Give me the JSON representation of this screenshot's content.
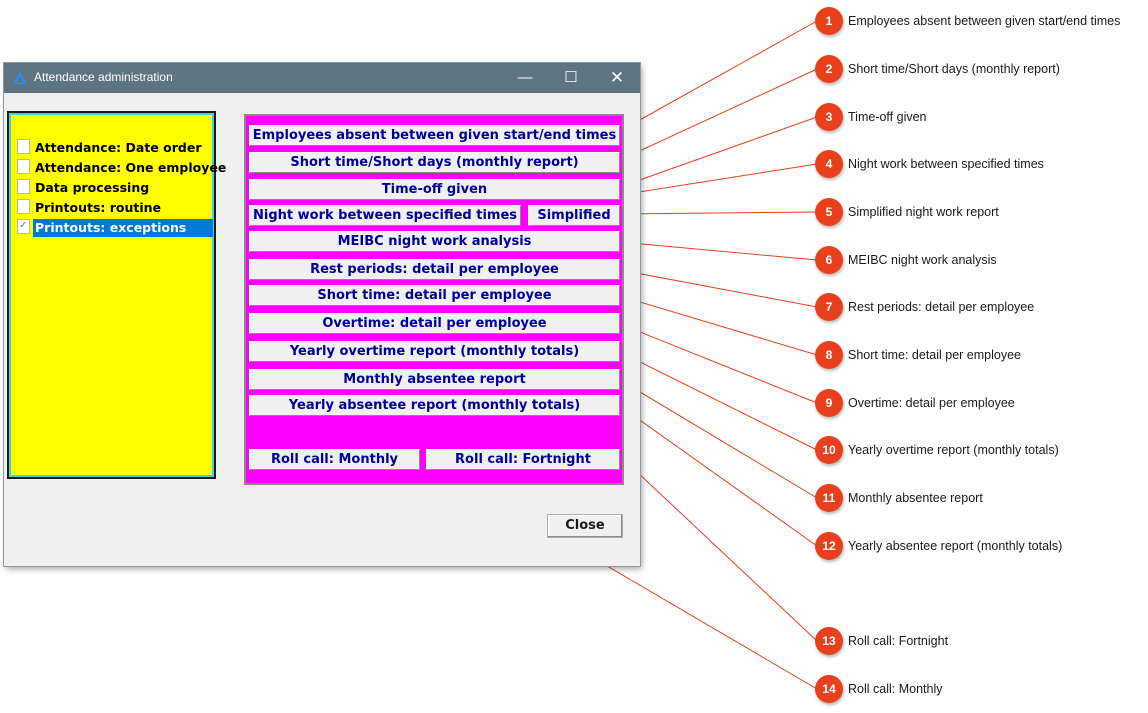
{
  "window": {
    "title": "Attendance administration",
    "controls": {
      "minimize": "—",
      "maximize": "☐",
      "close": "✕"
    },
    "close_button": "Close"
  },
  "list": {
    "items": [
      {
        "label": "Attendance: Date order",
        "icon": "document-icon"
      },
      {
        "label": "Attendance: One employee",
        "icon": "document-icon"
      },
      {
        "label": "Data processing",
        "icon": "document-icon"
      },
      {
        "label": "Printouts: routine",
        "icon": "document-icon"
      },
      {
        "label": "Printouts: exceptions",
        "icon": "checked-document-icon",
        "selected": true
      }
    ]
  },
  "report_buttons": [
    "Employees absent between given start/end times",
    "Short time/Short days (monthly report)",
    "Time-off given",
    "Night work between specified times",
    "Simplified",
    "MEIBC night work analysis",
    "Rest periods: detail per employee",
    "Short time: detail per employee",
    "Overtime: detail per employee",
    "Yearly overtime report (monthly totals)",
    "Monthly absentee report",
    "Yearly absentee report (monthly totals)",
    "Roll call: Monthly",
    "Roll call: Fortnight"
  ],
  "callouts": [
    {
      "num": "1",
      "label": "Employees absent between given start/end times"
    },
    {
      "num": "2",
      "label": "Short time/Short days (monthly report)"
    },
    {
      "num": "3",
      "label": "Time-off given"
    },
    {
      "num": "4",
      "label": "Night work between specified times"
    },
    {
      "num": "5",
      "label": "Simplified night work report"
    },
    {
      "num": "6",
      "label": "MEIBC night work analysis"
    },
    {
      "num": "7",
      "label": "Rest periods: detail per employee"
    },
    {
      "num": "8",
      "label": "Short time: detail per employee"
    },
    {
      "num": "9",
      "label": "Overtime: detail per employee"
    },
    {
      "num": "10",
      "label": "Yearly overtime report (monthly totals)"
    },
    {
      "num": "11",
      "label": "Monthly absentee report"
    },
    {
      "num": "12",
      "label": "Yearly absentee report (monthly totals)"
    },
    {
      "num": "13",
      "label": "Roll call: Fortnight"
    },
    {
      "num": "14",
      "label": "Roll call: Monthly"
    }
  ],
  "colors": {
    "titlebar": "#5f7482",
    "list_background": "#ffff00",
    "panel_background": "#ff00ff",
    "button_text": "#0000a0",
    "selection": "#0078d7",
    "callout": "#e8401c"
  }
}
